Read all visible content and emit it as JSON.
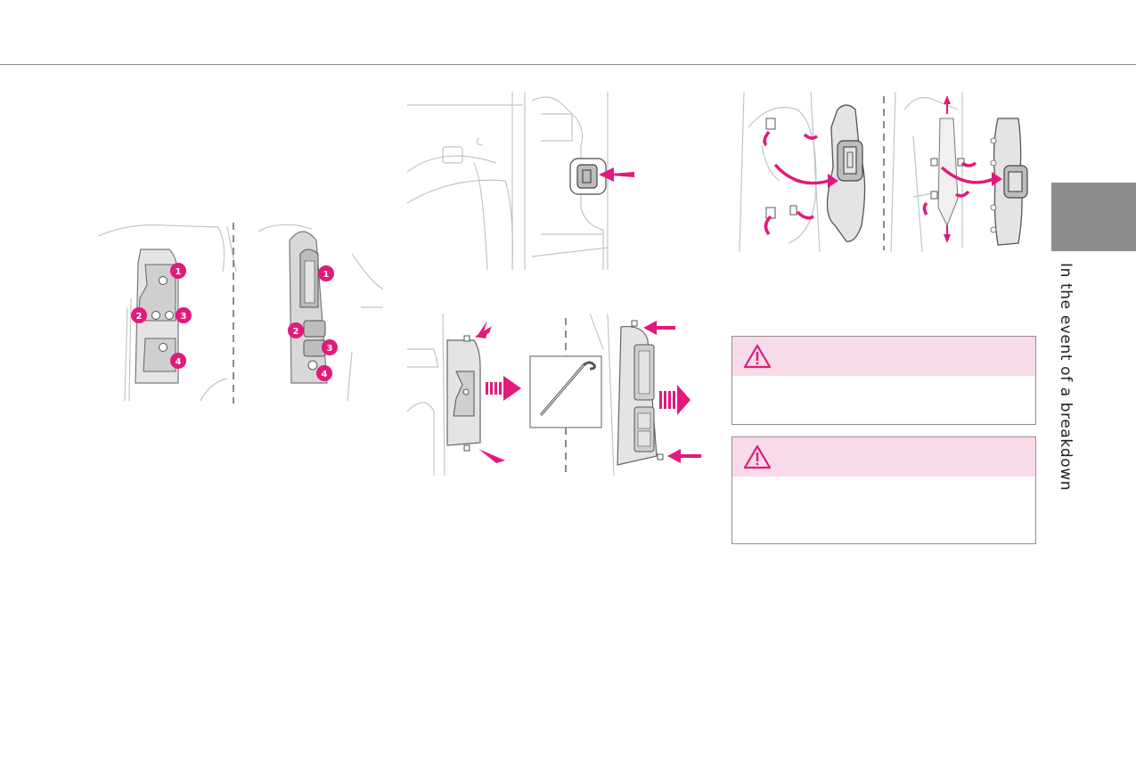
{
  "section": {
    "title": "In the event of a breakdown"
  },
  "figure_1": {
    "callouts": [
      "1",
      "2",
      "3",
      "4"
    ]
  },
  "warnings": [
    {
      "icon": "warning-triangle-icon"
    },
    {
      "icon": "warning-triangle-icon"
    }
  ],
  "colors": {
    "accent": "#e3197b",
    "warning_header": "#f8dbe9",
    "tab": "#8c8c8c",
    "line_art": "#bdbdbd"
  }
}
